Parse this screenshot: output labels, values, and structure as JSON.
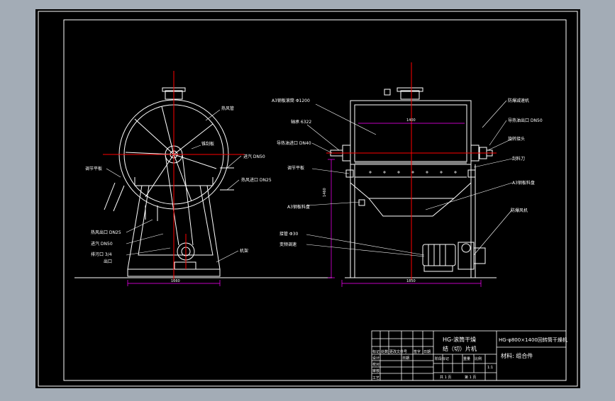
{
  "colors": {
    "background": "#a3acb6",
    "canvas": "#000000",
    "line": "#ffffff",
    "center_line": "#ff0000",
    "dimension": "#ff00ff",
    "leader": "#00ffff"
  },
  "left_view": {
    "labels": [
      "热风管",
      "锥刮板",
      "进汽 DN50",
      "热风进口 DN25",
      "调节平板",
      "热风出口 DN25",
      "进汽 DN50",
      "排污口 3/4",
      "出口",
      "机架"
    ],
    "dim_width": "1660"
  },
  "right_view": {
    "labels": [
      "A3钢板滚筒 Φ1200",
      "轴承 6322",
      "导热油进口 DN40",
      "调节平板",
      "A3钢板料盘",
      "接管 Φ30",
      "变频调速",
      "防爆风机",
      "导热油出口 DN50",
      "旋转接头",
      "刮料刀",
      "A3钢板料盘",
      "防爆减速机"
    ],
    "dim_height": "1460",
    "dim_width": "1850",
    "dim_inner": "1400"
  },
  "title_block": {
    "name_line1": "HG-滚筒干燥",
    "name_line2": "结（切）片机",
    "drawing_title": "HG-φ800×1400回转筒干燥机",
    "material": "材料: 组合件",
    "small_labels": [
      "标记",
      "处数",
      "更改文件号",
      "签字",
      "日期",
      "设计",
      "校对",
      "审核",
      "工艺",
      "日期",
      "阶段标记",
      "重量",
      "比例",
      "共 1 页",
      "第 1 页",
      "1:1"
    ]
  }
}
